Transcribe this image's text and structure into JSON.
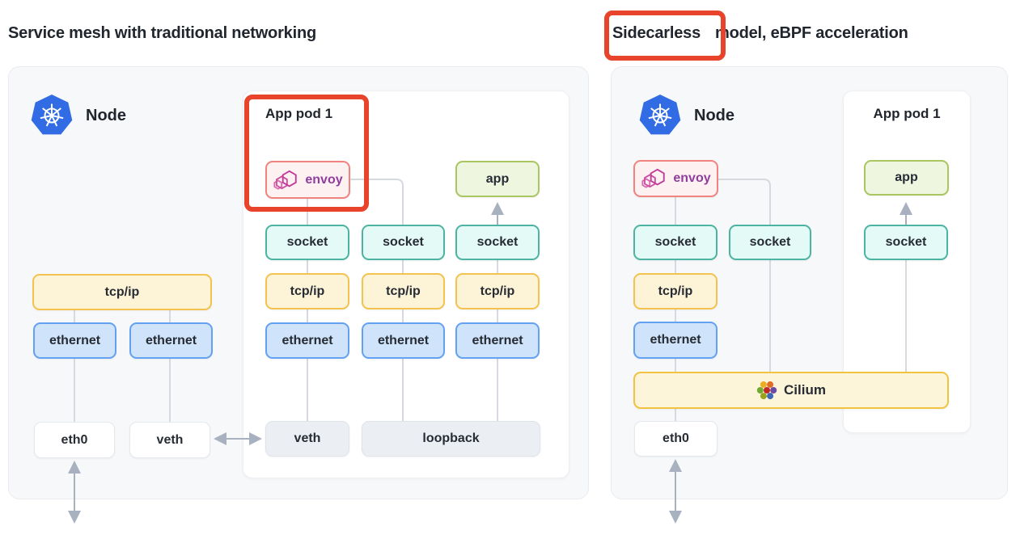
{
  "left": {
    "title": "Service mesh with traditional networking",
    "node_label": "Node",
    "host": {
      "tcpip": "tcp/ip",
      "ethernet_1": "ethernet",
      "ethernet_2": "ethernet",
      "eth0": "eth0",
      "veth": "veth"
    },
    "pod": {
      "title": "App pod 1",
      "envoy": "envoy",
      "app": "app",
      "sockets": [
        "socket",
        "socket",
        "socket"
      ],
      "tcpips": [
        "tcp/ip",
        "tcp/ip",
        "tcp/ip"
      ],
      "ethernets": [
        "ethernet",
        "ethernet",
        "ethernet"
      ],
      "veth": "veth",
      "loopback": "loopback"
    }
  },
  "right": {
    "title_highlight": "Sidecarless",
    "title_rest": "model, eBPF acceleration",
    "node_label": "Node",
    "envoy": "envoy",
    "sockets": [
      "socket",
      "socket"
    ],
    "tcpip": "tcp/ip",
    "ethernet": "ethernet",
    "cilium": "Cilium",
    "eth0": "eth0",
    "pod": {
      "title": "App pod 1",
      "app": "app",
      "socket": "socket"
    }
  },
  "icons": {
    "kubernetes": "kubernetes-logo",
    "envoy": "envoy-logo",
    "cilium": "cilium-logo"
  },
  "colors": {
    "highlight_red": "#e8432b",
    "kubernetes_blue": "#326ce5",
    "envoy_magenta": "#c03a96",
    "envoy_border": "#f0837e",
    "cilium_gold": "#f1c340",
    "socket_teal": "#4db3a3",
    "tcpip_amber": "#f4c24f",
    "ethernet_blue": "#63a1f2",
    "app_green": "#a9c660",
    "panel_gray": "#f7f8fa",
    "connector_gray": "#d6dae0",
    "arrow_slate": "#a7b1bf"
  }
}
